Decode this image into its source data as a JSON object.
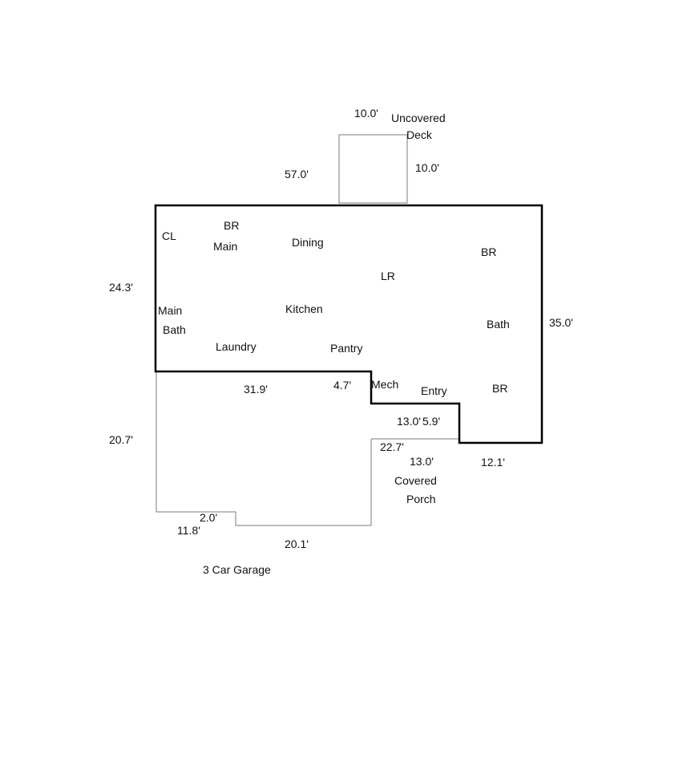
{
  "colors": {
    "main_wall": "#000000",
    "aux_wall": "#7a7a7a",
    "text": "#111111"
  },
  "rooms": {
    "cl": "CL",
    "br_main_1": "BR",
    "br_main_2": "Main",
    "dining": "Dining",
    "br_right": "BR",
    "lr": "LR",
    "main_bath_1": "Main",
    "main_bath_2": "Bath",
    "kitchen": "Kitchen",
    "bath": "Bath",
    "laundry": "Laundry",
    "pantry": "Pantry",
    "mech": "Mech",
    "entry": "Entry",
    "br_lower": "BR"
  },
  "areas": {
    "deck_1": "Uncovered",
    "deck_2": "Deck",
    "porch_1": "Covered",
    "porch_2": "Porch",
    "garage": "3 Car Garage"
  },
  "dimensions": {
    "deck_top": "10.0'",
    "deck_side": "10.0'",
    "house_top": "57.0'",
    "house_left": "24.3'",
    "house_right": "35.0'",
    "house_bottom_left": "31.9'",
    "notch": "4.7'",
    "mech_bottom": "13.0'",
    "entry_step": "5.9'",
    "porch_side": "22.7'",
    "porch_bottom": "13.0'",
    "right_bottom": "12.1'",
    "garage_left": "20.7'",
    "garage_notch": "2.0'",
    "garage_bottom_left": "11.8'",
    "garage_bottom": "20.1'"
  }
}
